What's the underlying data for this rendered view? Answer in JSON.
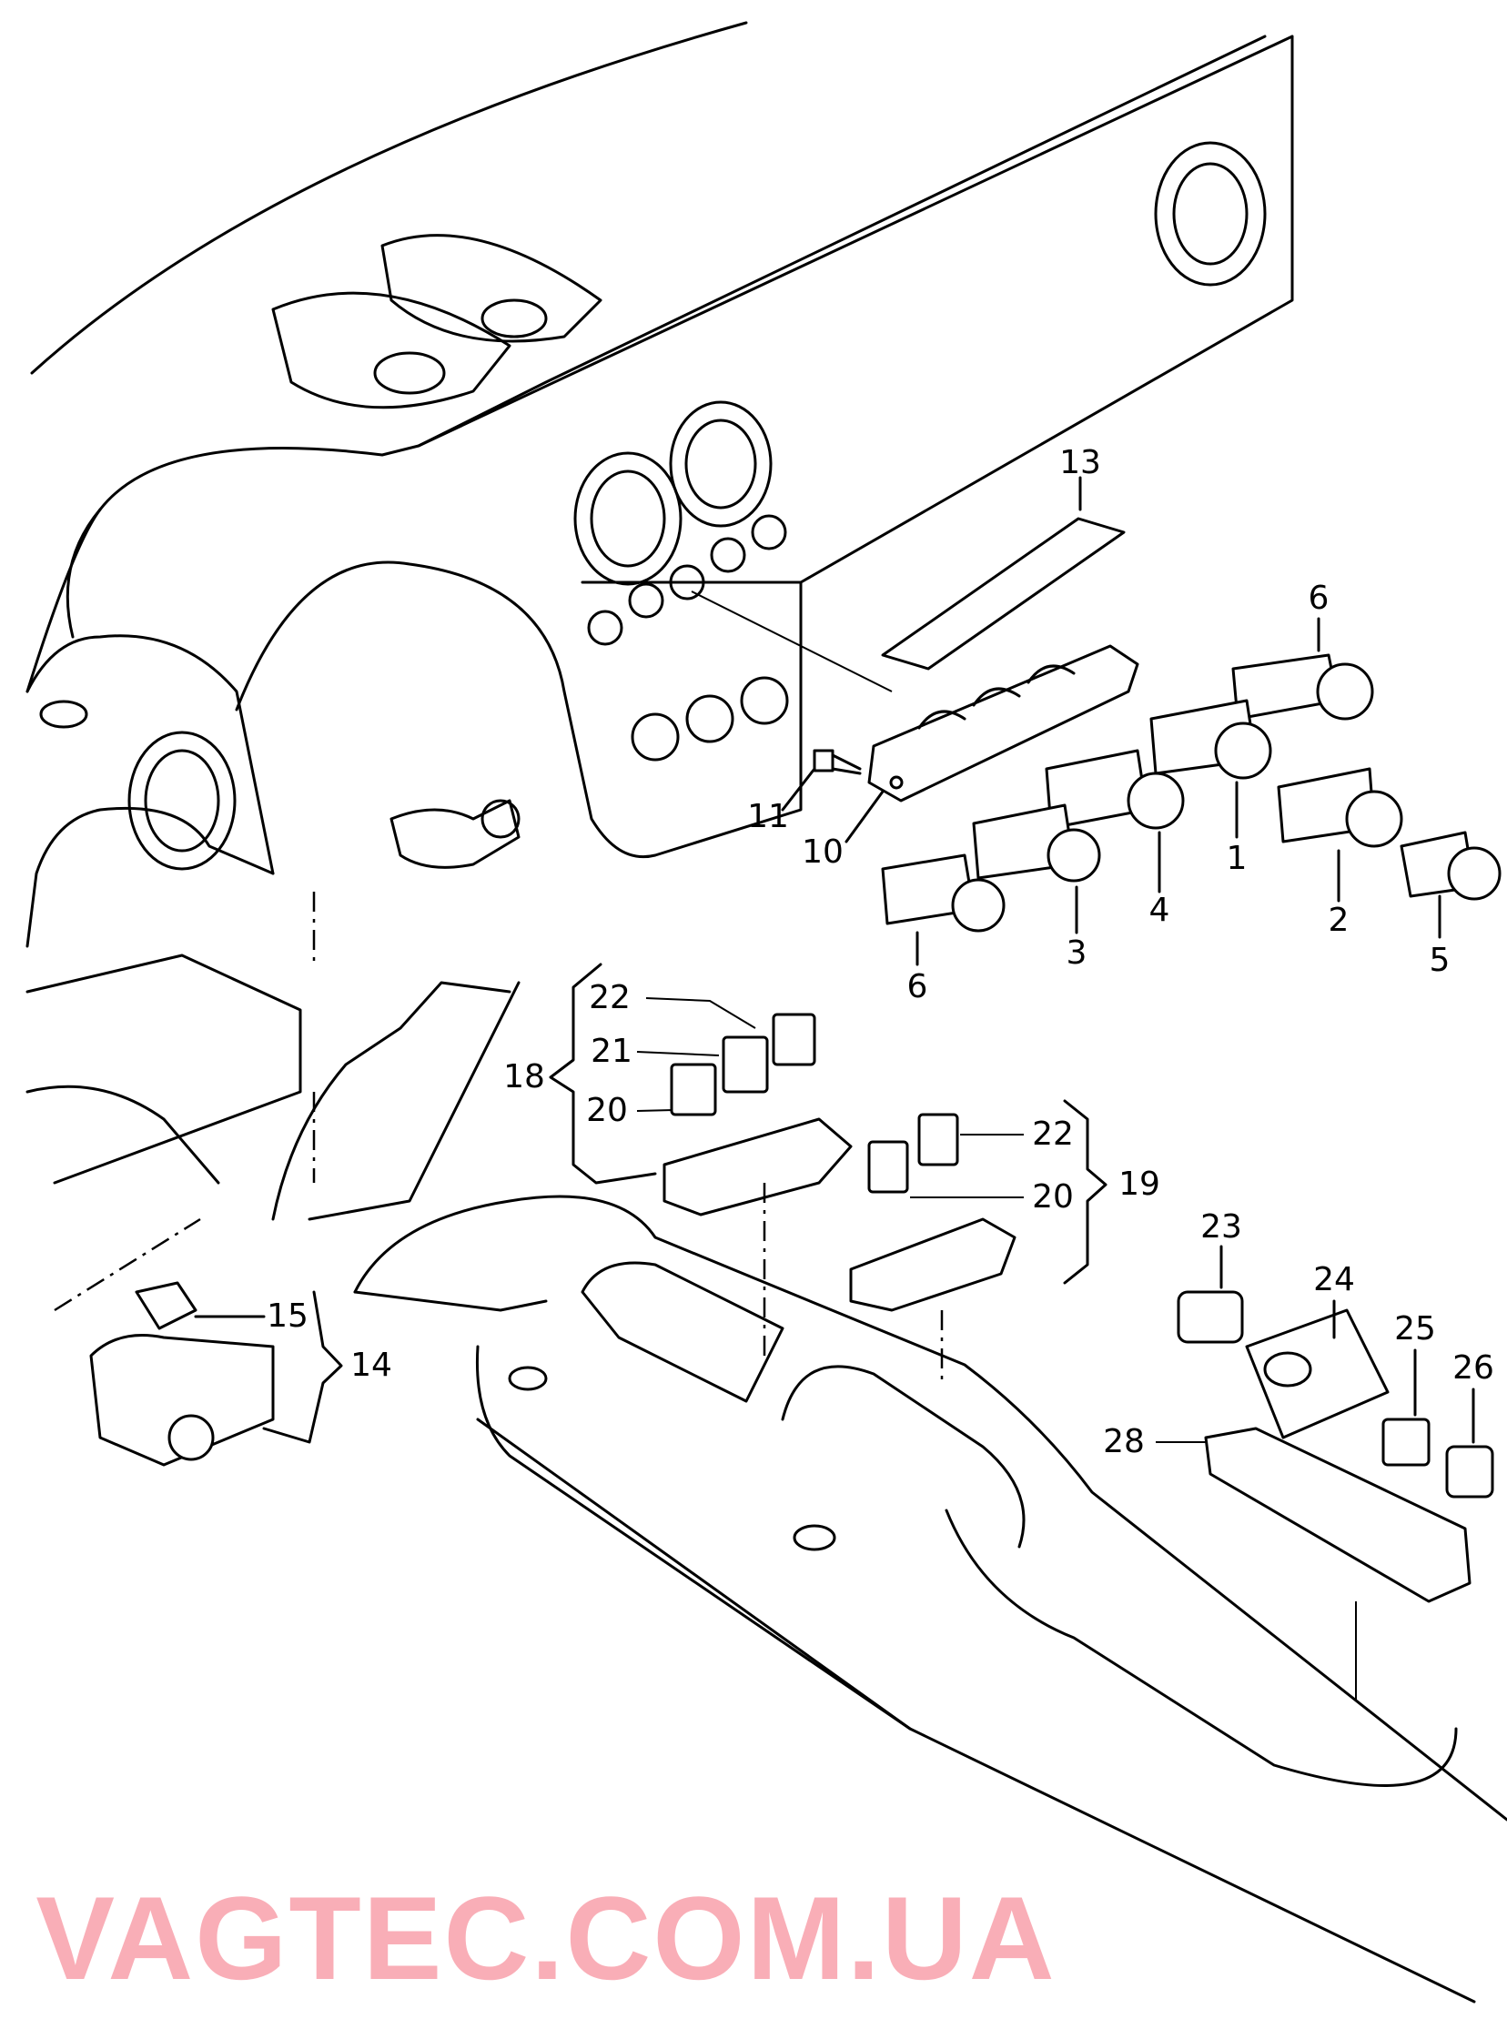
{
  "diagram": {
    "callouts": {
      "c1": "1",
      "c2": "2",
      "c3": "3",
      "c4": "4",
      "c5": "5",
      "c6a": "6",
      "c6b": "6",
      "c10": "10",
      "c11": "11",
      "c13": "13",
      "c14": "14",
      "c15": "15",
      "c18": "18",
      "c19": "19",
      "c20a": "20",
      "c20b": "20",
      "c21": "21",
      "c22a": "22",
      "c22b": "22",
      "c23": "23",
      "c24": "24",
      "c25": "25",
      "c26": "26",
      "c28": "28"
    },
    "watermark": "VAGTEC.COM.UA",
    "colors": {
      "line": "#000000",
      "watermark": "#f5788a"
    }
  }
}
